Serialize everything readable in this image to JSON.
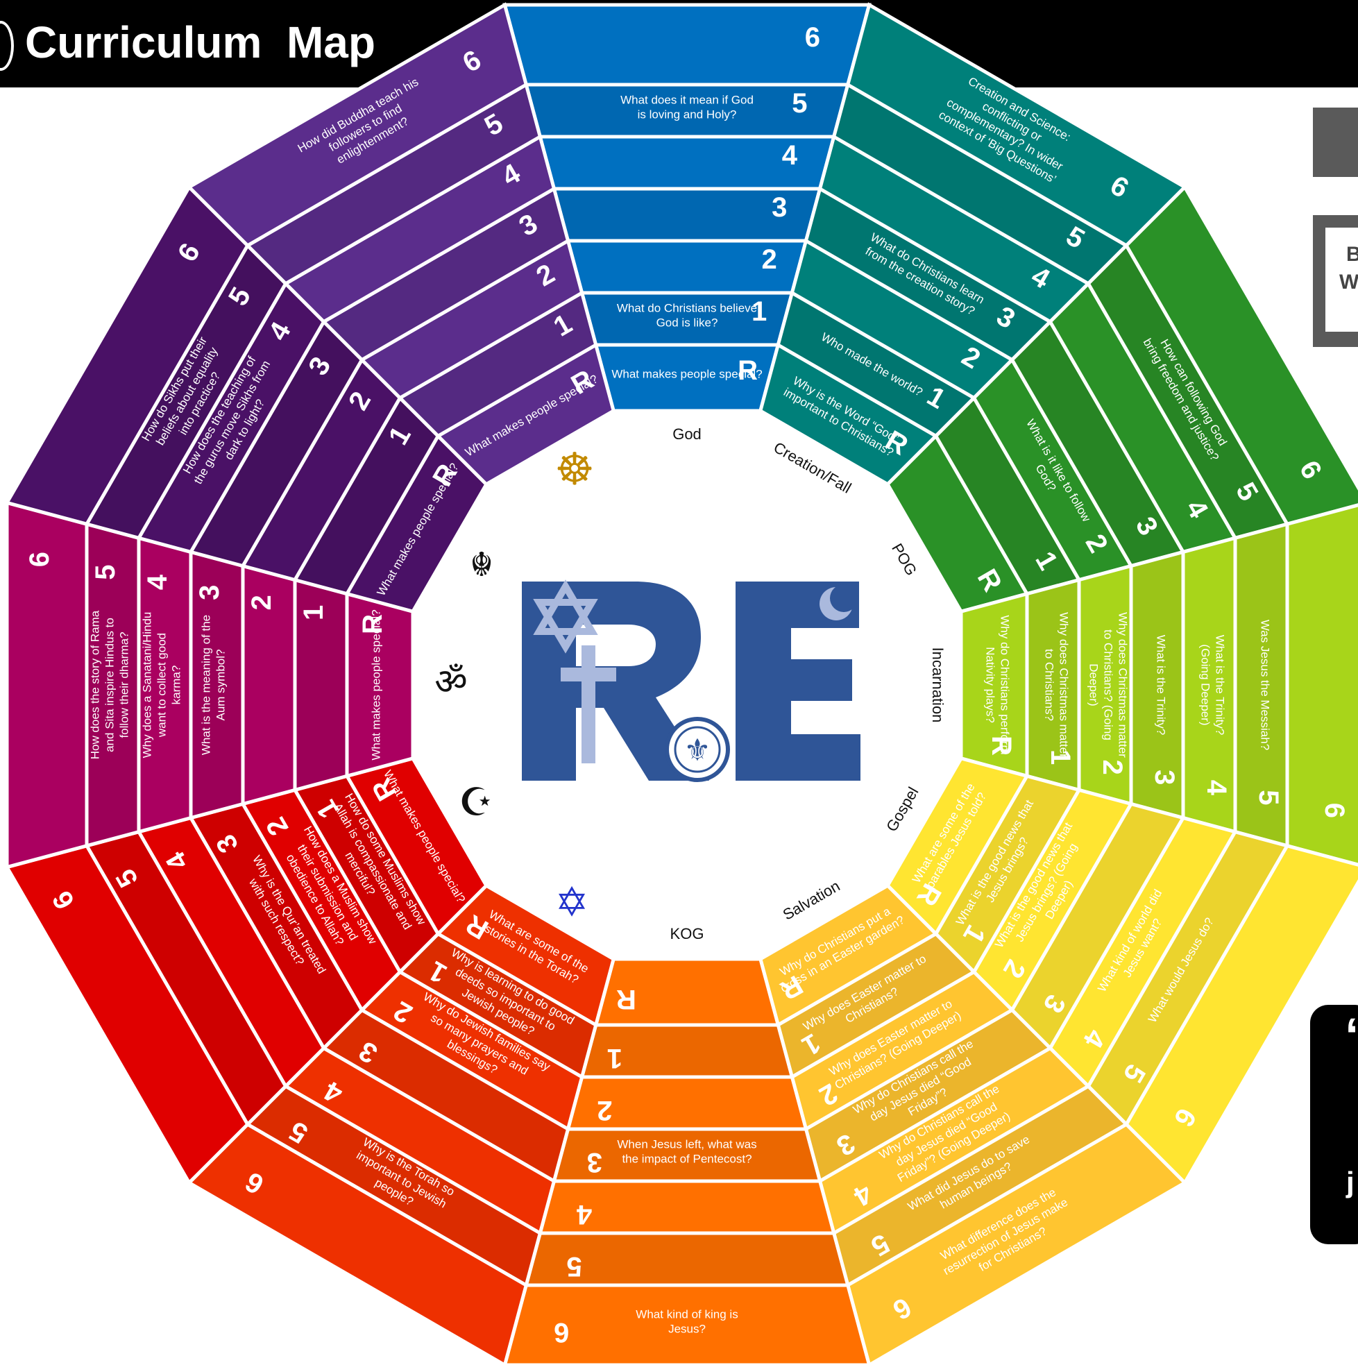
{
  "header": {
    "title": "Curriculum  Map"
  },
  "colors": {
    "purple": "#5b2d8c",
    "darkpurple": "#4a1166",
    "magenta": "#aa0060",
    "red": "#e00000",
    "redorange": "#ee3000",
    "orange": "#ff7000",
    "amber": "#ffc530",
    "yellow": "#ffe531",
    "lime": "#a8d51a",
    "green": "#2a9127",
    "teal": "#00807a",
    "blue": "#0070c0"
  },
  "ring_labels": [
    "R",
    "1",
    "2",
    "3",
    "4",
    "5",
    "6"
  ],
  "sectors": [
    {
      "id": "god",
      "label": "God",
      "color": "#0070c0",
      "questions": [
        {
          "ring": "R",
          "text": "What makes people special?"
        },
        {
          "ring": "1",
          "text": "What do Christians believe God is like?"
        },
        {
          "ring": "5",
          "text": "What does it mean if God is loving and Holy?"
        }
      ]
    },
    {
      "id": "creation",
      "label": "Creation/Fall",
      "color": "#00807a",
      "questions": [
        {
          "ring": "R",
          "text": "Why is the Word “God” important to Christians?"
        },
        {
          "ring": "1",
          "text": "Who made the world?"
        },
        {
          "ring": "3",
          "text": "What do Christians learn from the creation story?"
        },
        {
          "ring": "6",
          "text": "Creation and Science: conflicting or complementary? In wider context of ‘Big Questions’"
        }
      ]
    },
    {
      "id": "pog",
      "label": "POG",
      "color": "#2a9127",
      "questions": [
        {
          "ring": "2",
          "text": "What is it like to follow God?"
        },
        {
          "ring": "5",
          "text": "How can following God bring freedom and justice?"
        }
      ]
    },
    {
      "id": "incarnation",
      "label": "Incarnation",
      "color": "#a8d51a",
      "questions": [
        {
          "ring": "R",
          "text": "Why do Christians perform Nativity plays?"
        },
        {
          "ring": "1",
          "text": "Why does Christmas matter to Christians?"
        },
        {
          "ring": "2",
          "text": "Why does Christmas matter to Christians? (Going Deeper)"
        },
        {
          "ring": "3",
          "text": "What is the Trinity?"
        },
        {
          "ring": "4",
          "text": "What is the Trinity? (Going Deeper)"
        },
        {
          "ring": "5",
          "text": "Was Jesus the Messiah?"
        }
      ]
    },
    {
      "id": "gospel",
      "label": "Gospel",
      "color": "#ffe531",
      "questions": [
        {
          "ring": "R",
          "text": "What are some of the parables Jesus told?"
        },
        {
          "ring": "1",
          "text": "What is the good news that Jesus brings?"
        },
        {
          "ring": "2",
          "text": "What is the good news that Jesus brings? (Going Deeper)"
        },
        {
          "ring": "4",
          "text": "What kind of world did Jesus want?"
        },
        {
          "ring": "5",
          "text": "What would Jesus do?"
        }
      ]
    },
    {
      "id": "salvation",
      "label": "Salvation",
      "color": "#ffc530",
      "questions": [
        {
          "ring": "R",
          "text": "Why do Christians put a cross in an Easter garden?"
        },
        {
          "ring": "1",
          "text": "Why does Easter matter to Christians?"
        },
        {
          "ring": "2",
          "text": "Why does Easter matter to Christians? (Going Deeper)"
        },
        {
          "ring": "3",
          "text": "Why do Christians call the day Jesus died “Good Friday”?"
        },
        {
          "ring": "4",
          "text": "Why do Christians call the day Jesus died “Good Friday”? (Going Deeper)"
        },
        {
          "ring": "5",
          "text": "What did Jesus do to save human beings?"
        },
        {
          "ring": "6",
          "text": "What difference does the resurrection of Jesus make for Christians?"
        }
      ]
    },
    {
      "id": "kog",
      "label": "KOG",
      "color": "#ff7000",
      "questions": [
        {
          "ring": "3",
          "text": "When Jesus left, what was the impact of Pentecost?"
        },
        {
          "ring": "6",
          "text": "What kind of king is Jesus?"
        }
      ]
    },
    {
      "id": "judaism",
      "label": "",
      "color": "#ee3000",
      "questions": [
        {
          "ring": "R",
          "text": "What are some of the stories in the Torah?"
        },
        {
          "ring": "1",
          "text": "Why is learning to do good deeds so important to Jewish people?"
        },
        {
          "ring": "2",
          "text": "Why do Jewish families say so many prayers and blessings?"
        },
        {
          "ring": "5",
          "text": "Why is the Torah so important to Jewish people?"
        }
      ]
    },
    {
      "id": "islam",
      "label": "",
      "color": "#e00000",
      "questions": [
        {
          "ring": "R",
          "text": "What makes people special?"
        },
        {
          "ring": "1",
          "text": "How do some Muslims show Allah is compassionate and merciful?"
        },
        {
          "ring": "2",
          "text": "How does a Muslim show their submission and obedience to Allah?"
        },
        {
          "ring": "3",
          "text": "Why is the Qur’an treated with such respect?"
        }
      ]
    },
    {
      "id": "hinduism",
      "label": "",
      "color": "#aa0060",
      "questions": [
        {
          "ring": "R",
          "text": "What makes people special?"
        },
        {
          "ring": "3",
          "text": "What is the meaning of the Aum symbol?"
        },
        {
          "ring": "4",
          "text": "Why does a Sanatani/Hindu want to collect good karma?"
        },
        {
          "ring": "5",
          "text": "How does the story of Rama and Sita inspire Hindus to follow their dharma?"
        }
      ]
    },
    {
      "id": "sikhism",
      "label": "",
      "color": "#4a1166",
      "questions": [
        {
          "ring": "R",
          "text": "What makes people special?"
        },
        {
          "ring": "4",
          "text": "How does the teaching of the gurus move Sikhs from dark to light?"
        },
        {
          "ring": "5",
          "text": "How do Sikhs put their beliefs about equality into practice?"
        }
      ]
    },
    {
      "id": "buddhism",
      "label": "",
      "color": "#5b2d8c",
      "questions": [
        {
          "ring": "R",
          "text": "What makes people special?"
        },
        {
          "ring": "6",
          "text": "How did Buddha teach his followers to find enlightenment?"
        }
      ]
    }
  ],
  "center": {
    "logo_letters": "R E"
  },
  "right_edge": {
    "text_b": "B",
    "text_w": "W",
    "quote_mark": "“",
    "quote_j": "j"
  }
}
